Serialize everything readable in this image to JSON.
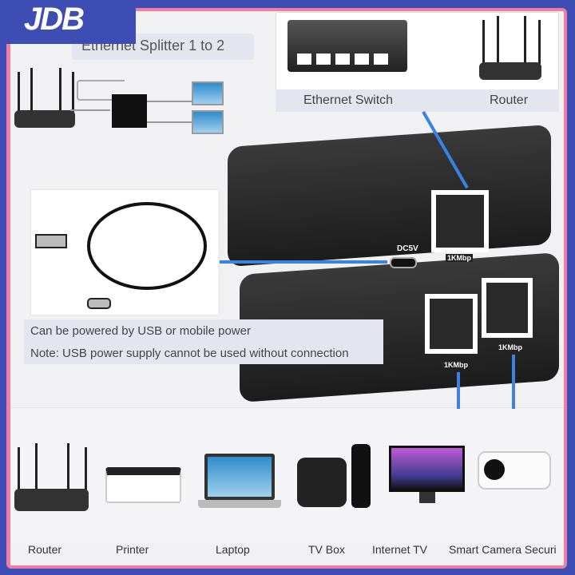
{
  "brand": {
    "logo_text": "JDB"
  },
  "diagram": {
    "title": "Ethernet Splitter 1 to 2"
  },
  "switch_panel": {
    "switch_label": "Ethernet Switch",
    "router_label": "Router"
  },
  "device": {
    "power_label": "DC5V",
    "port_speed": "1KMbp",
    "port_speed_out": [
      "1KMbp",
      "1KMbp"
    ]
  },
  "power_note": {
    "line1": "Can be powered by USB or mobile power",
    "line2": "Note: USB power supply cannot be used without connection"
  },
  "use_cases": [
    {
      "label": "Router"
    },
    {
      "label": "Printer"
    },
    {
      "label": "Laptop"
    },
    {
      "label": "TV Box"
    },
    {
      "label": "Internet TV"
    },
    {
      "label": "Smart Camera Securi"
    }
  ],
  "colors": {
    "frame": "#3e4db3",
    "accent_border": "#ee7fa3",
    "arrow": "#3b82e6",
    "led_yellow": "#f5d90a",
    "led_green": "#2ed27a"
  }
}
